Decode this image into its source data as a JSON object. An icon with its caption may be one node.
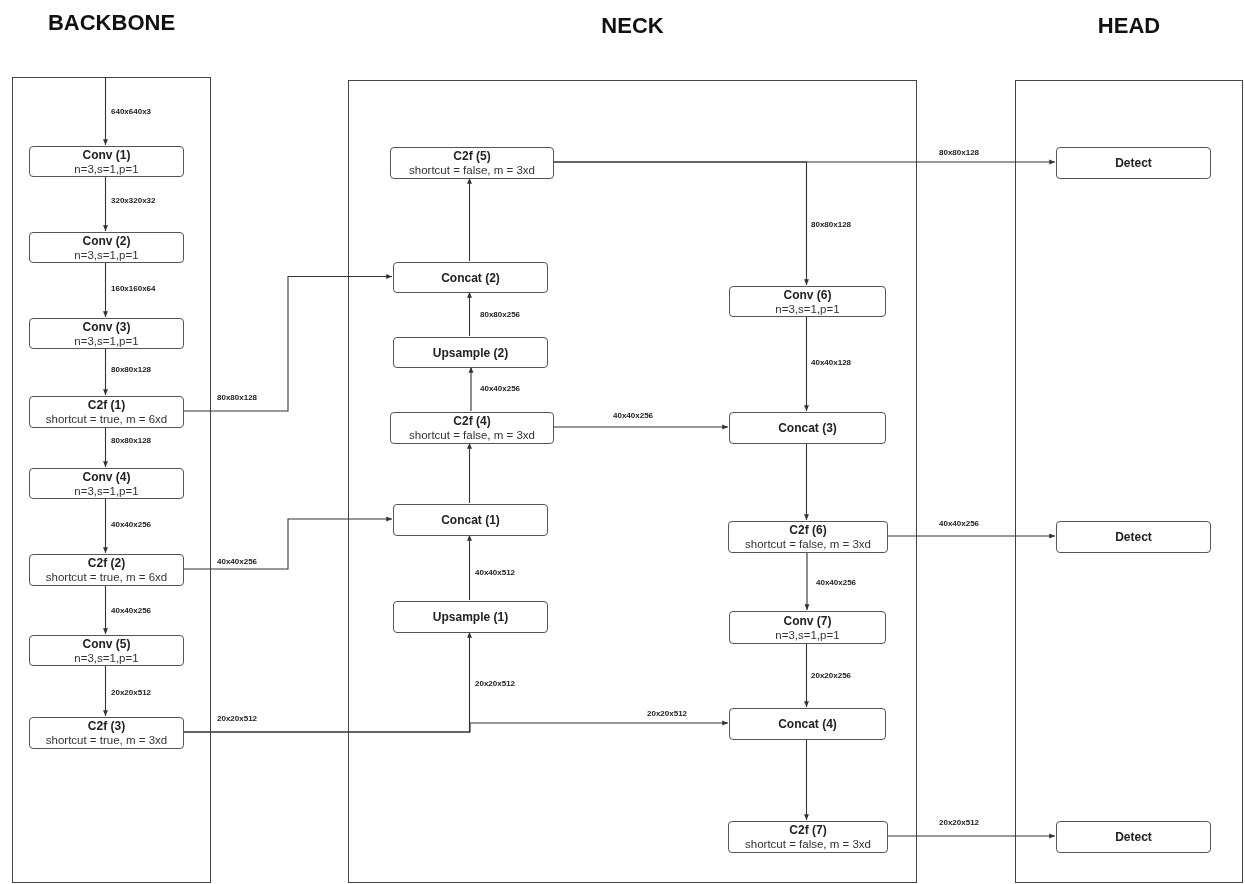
{
  "diagram": {
    "nodes": [
      {
        "text": [
          "BACKBONE"
        ]
      },
      {
        "text": [
          "NECK"
        ]
      },
      {
        "text": [
          "HEAD"
        ]
      },
      {
        "text": [
          "Conv (1)",
          "n=3,s=1,p=1"
        ],
        "in": 0
      },
      {
        "text": [
          "Conv (2)",
          "n=3,s=1,p=1"
        ],
        "in": 0
      },
      {
        "text": [
          "Conv (3)",
          "n=3,s=1,p=1"
        ],
        "in": 0
      },
      {
        "text": [
          "C2f (1)",
          "shortcut = true, m = 6xd"
        ],
        "in": 0
      },
      {
        "text": [
          "Conv (4)",
          "n=3,s=1,p=1"
        ],
        "in": 0
      },
      {
        "text": [
          "C2f (2)",
          "shortcut = true, m = 6xd"
        ],
        "in": 0
      },
      {
        "text": [
          "Conv (5)",
          "n=3,s=1,p=1"
        ],
        "in": 0
      },
      {
        "text": [
          "C2f (3)",
          "shortcut = true, m = 3xd"
        ],
        "in": 0
      },
      {
        "text": [
          "C2f (5)",
          "shortcut = false, m = 3xd"
        ],
        "in": 1
      },
      {
        "text": [
          "Concat (2)"
        ],
        "in": 1
      },
      {
        "text": [
          "Upsample (2)"
        ],
        "in": 1
      },
      {
        "text": [
          "C2f (4)",
          "shortcut = false, m = 3xd"
        ],
        "in": 1
      },
      {
        "text": [
          "Concat (1)"
        ],
        "in": 1
      },
      {
        "text": [
          "Upsample (1)"
        ],
        "in": 1
      },
      {
        "text": [
          "Conv (6)",
          "n=3,s=1,p=1"
        ],
        "in": 1
      },
      {
        "text": [
          "Concat (3)"
        ],
        "in": 1
      },
      {
        "text": [
          "C2f (6)",
          "shortcut = false, m = 3xd"
        ],
        "in": 1
      },
      {
        "text": [
          "Conv (7)",
          "n=3,s=1,p=1"
        ],
        "in": 1
      },
      {
        "text": [
          "Concat (4)"
        ],
        "in": 1
      },
      {
        "text": [
          "C2f (7)",
          "shortcut = false, m = 3xd"
        ],
        "in": 1
      },
      {
        "text": [
          "Detect"
        ],
        "in": 2
      },
      {
        "text": [
          "Detect"
        ],
        "in": 2
      },
      {
        "text": [
          "Detect"
        ],
        "in": 2
      }
    ],
    "edges": [
      {
        "from": null,
        "to": 3,
        "arrow": "to",
        "label": "640x640x3"
      },
      {
        "from": 3,
        "to": 4,
        "arrow": "to",
        "label": "320x320x32"
      },
      {
        "from": 4,
        "to": 5,
        "arrow": "to",
        "label": "160x160x64"
      },
      {
        "from": 5,
        "to": 6,
        "arrow": "to",
        "label": "80x80x128"
      },
      {
        "from": 6,
        "to": 7,
        "arrow": "to",
        "label": "80x80x128"
      },
      {
        "from": 7,
        "to": 8,
        "arrow": "to",
        "label": "40x40x256"
      },
      {
        "from": 8,
        "to": 9,
        "arrow": "to",
        "label": "40x40x256"
      },
      {
        "from": 9,
        "to": 10,
        "arrow": "to",
        "label": "20x20x512"
      },
      {
        "from": 6,
        "to": 12,
        "arrow": "to",
        "label": "80x80x128"
      },
      {
        "from": 8,
        "to": 15,
        "arrow": "to",
        "label": "40x40x256"
      },
      {
        "from": 10,
        "to": 16,
        "arrow": "to",
        "label": "20x20x512"
      },
      {
        "from": 10,
        "to": 21,
        "arrow": "to",
        "label": "20x20x512"
      },
      {
        "from": 16,
        "to": 15,
        "arrow": "to",
        "label": "40x40x512"
      },
      {
        "from": 15,
        "to": 14,
        "arrow": "to"
      },
      {
        "from": 14,
        "to": 13,
        "arrow": "to",
        "label": "40x40x256"
      },
      {
        "from": 13,
        "to": 12,
        "arrow": "to",
        "label": "80x80x256"
      },
      {
        "from": 12,
        "to": 11,
        "arrow": "to"
      },
      {
        "from": 14,
        "to": 18,
        "arrow": "to",
        "label": "40x40x256"
      },
      {
        "from": 11,
        "to": 23,
        "arrow": "to",
        "label": "80x80x128"
      },
      {
        "from": 11,
        "to": 17,
        "arrow": "to",
        "label": "80x80x128"
      },
      {
        "from": 17,
        "to": 18,
        "arrow": "to",
        "label": "40x40x128"
      },
      {
        "from": 18,
        "to": 19,
        "arrow": "to"
      },
      {
        "from": 19,
        "to": 24,
        "arrow": "to",
        "label": "40x40x256"
      },
      {
        "from": 19,
        "to": 20,
        "arrow": "to",
        "label": "40x40x256"
      },
      {
        "from": 20,
        "to": 21,
        "arrow": "to",
        "label": "20x20x256"
      },
      {
        "from": 21,
        "to": 22,
        "arrow": "to"
      },
      {
        "from": 22,
        "to": 25,
        "arrow": "to",
        "label": "20x20x512"
      }
    ],
    "labels": [
      "20x20x512"
    ]
  }
}
